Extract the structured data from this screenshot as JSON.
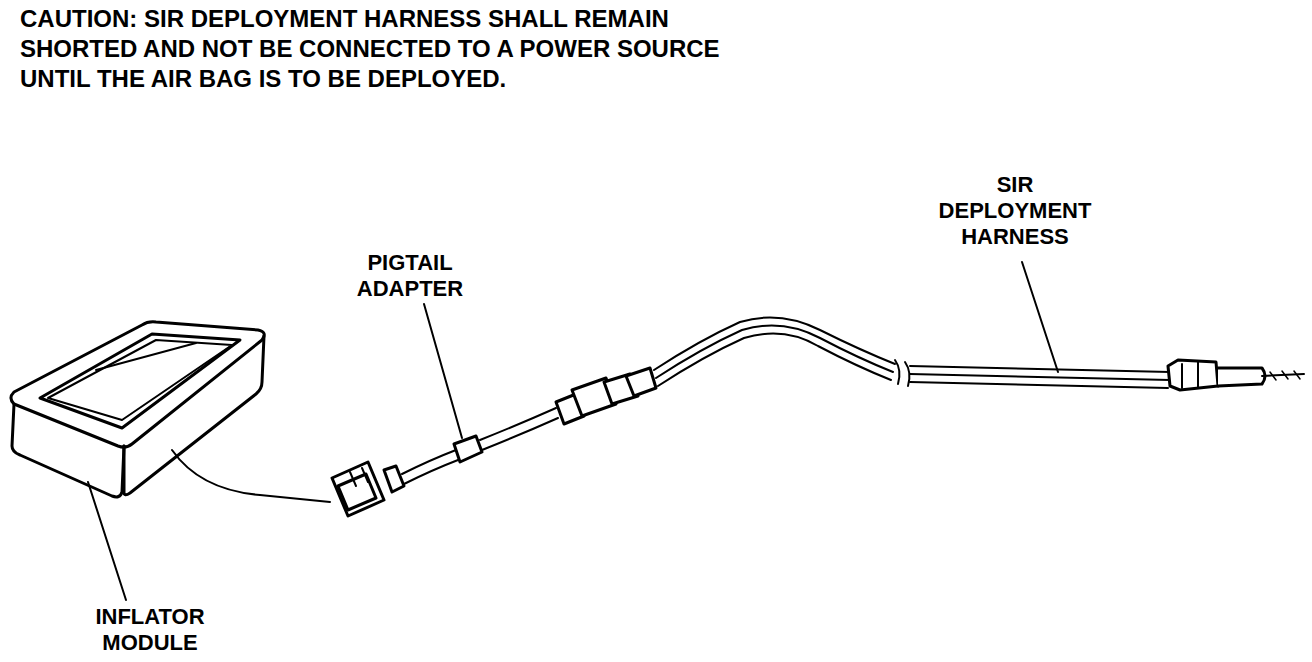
{
  "diagram": {
    "labels": [
      "CAUTION: SIR DEPLOYMENT HARNESS SHALL REMAIN SHORTED AND NOT BE CONNECTED TO A POWER SOURCE UNTIL THE AIR BAG IS TO BE DEPLOYED.",
      "PIGTAIL ADAPTER",
      "SIR DEPLOYMENT HARNESS",
      "INFLATOR MODULE"
    ]
  }
}
